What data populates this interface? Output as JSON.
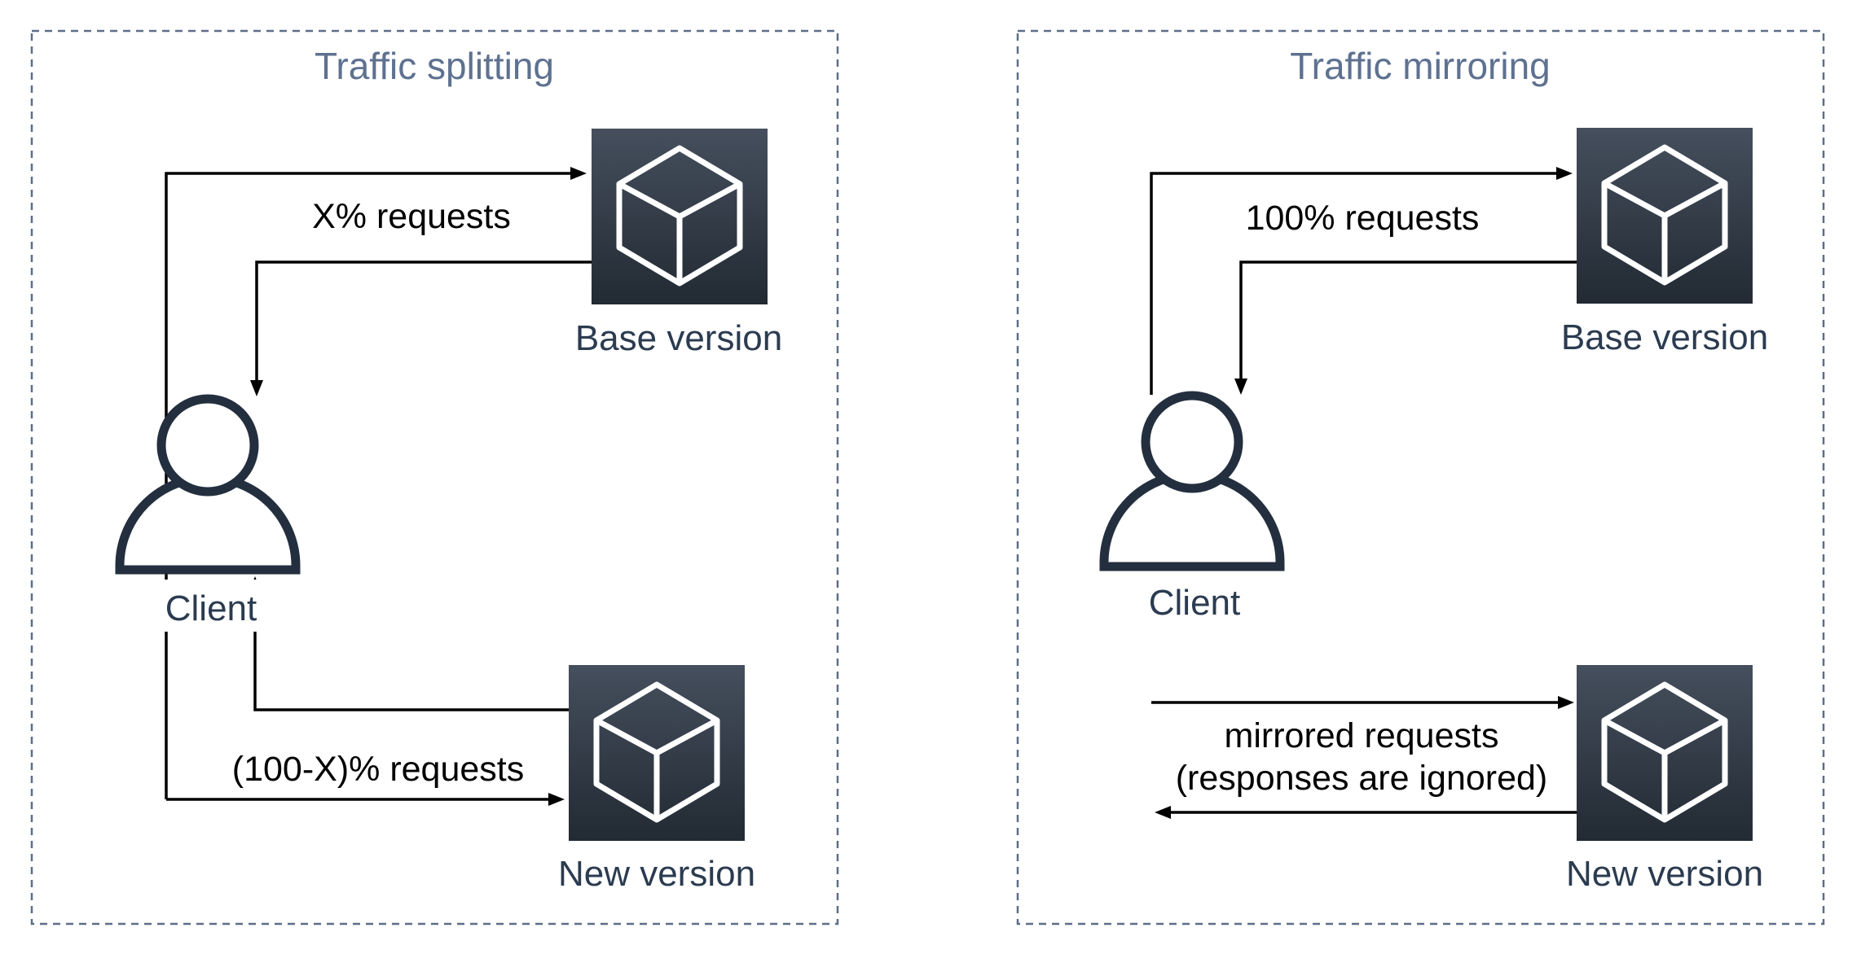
{
  "diagram": {
    "kind": "traffic-routing-comparison",
    "panels": [
      {
        "title": "Traffic splitting",
        "client": {
          "label": "Client"
        },
        "nodes": [
          {
            "id": "base",
            "label": "Base version",
            "icon": "cube-icon"
          },
          {
            "id": "new",
            "label": "New version",
            "icon": "cube-icon"
          }
        ],
        "flows": [
          {
            "from": "client",
            "to": "base",
            "label": "X% requests",
            "bidirectional": true
          },
          {
            "from": "client",
            "to": "new",
            "label": "(100-X)% requests",
            "bidirectional": true
          }
        ]
      },
      {
        "title": "Traffic mirroring",
        "client": {
          "label": "Client"
        },
        "nodes": [
          {
            "id": "base",
            "label": "Base version",
            "icon": "cube-icon"
          },
          {
            "id": "new",
            "label": "New version",
            "icon": "cube-icon"
          }
        ],
        "flows": [
          {
            "from": "client",
            "to": "base",
            "label": "100% requests",
            "bidirectional": true
          },
          {
            "from": "client",
            "to": "new",
            "label": "mirrored requests",
            "label_line2": "(responses are ignored)",
            "bidirectional": true
          }
        ]
      }
    ],
    "colors": {
      "background": "#ffffff",
      "panel_border": "#5d6e88",
      "panel_title": "#5e7190",
      "node_label": "#2b3b50",
      "flow_line": "#000000",
      "flow_label": "#000000",
      "box_gradient_top": "#454f5d",
      "box_gradient_bottom": "#222a33",
      "person_stroke": "#232f3e",
      "cube_stroke": "#ffffff"
    }
  }
}
